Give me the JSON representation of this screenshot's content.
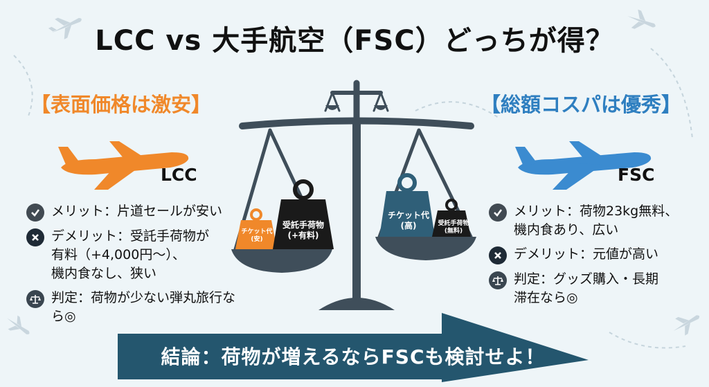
{
  "title": "LCC vs 大手航空（FSC）どっちが得？",
  "left": {
    "heading": "【表面価格は激安】",
    "plane_label": "LCC",
    "plane_color": "#f0882a",
    "items": [
      {
        "icon": "check-icon",
        "text": "メリット：片道セールが安い"
      },
      {
        "icon": "cross-icon",
        "text": "デメリット：受託手荷物が\n有料（+4,000円〜）、\n機内食なし、狭い"
      },
      {
        "icon": "scale-icon",
        "text": "判定：荷物が少ない弾丸旅行なら◎"
      }
    ]
  },
  "right": {
    "heading": "【総額コスパは優秀】",
    "plane_label": "FSC",
    "plane_color": "#3b8bd0",
    "items": [
      {
        "icon": "check-icon",
        "text": "メリット：荷物23kg無料、\n機内食あり、広い"
      },
      {
        "icon": "cross-icon",
        "text": "デメリット：元値が高い"
      },
      {
        "icon": "scale-icon",
        "text": "判定：グッズ購入・長期\n滞在なら◎"
      }
    ]
  },
  "scale": {
    "left_weights": [
      {
        "label": "チケット代\n(安)",
        "color": "#f0882a"
      },
      {
        "label": "受託手荷物\n(+有料)",
        "color": "#1a1a1a"
      }
    ],
    "right_weights": [
      {
        "label": "チケット代\n(高)",
        "color": "#2f5f78"
      },
      {
        "label": "受託手荷物\n(無料)",
        "color": "#1a1a1a"
      }
    ]
  },
  "conclusion": "結論：荷物が増えるならFSCも検討せよ！",
  "colors": {
    "accent_orange": "#f0882a",
    "accent_blue": "#2f7fc0",
    "arrow": "#24566e",
    "scale": "#3f4e5a"
  }
}
